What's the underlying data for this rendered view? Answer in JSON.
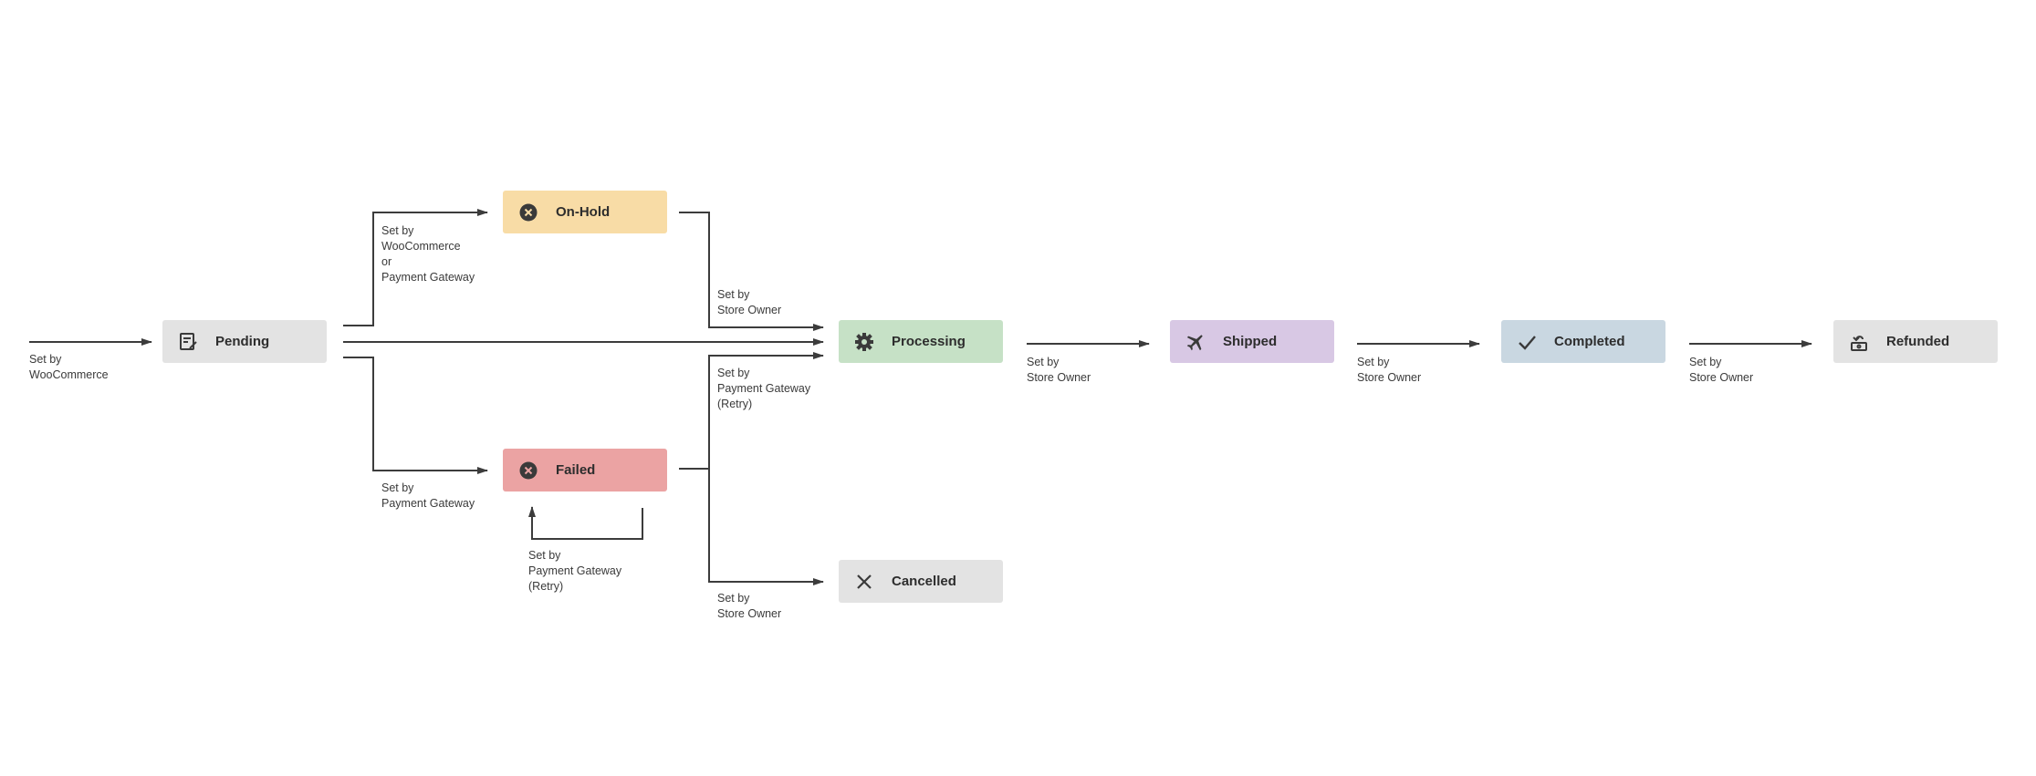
{
  "diagram": {
    "nodes": [
      {
        "id": "pending",
        "label": "Pending",
        "icon": "order-pending-icon",
        "color": "#e3e3e3"
      },
      {
        "id": "onhold",
        "label": "On-Hold",
        "icon": "circle-x-icon",
        "color": "#f8dca6"
      },
      {
        "id": "failed",
        "label": "Failed",
        "icon": "circle-x-icon",
        "color": "#eba3a3"
      },
      {
        "id": "processing",
        "label": "Processing",
        "icon": "gear-icon",
        "color": "#c6e1c6"
      },
      {
        "id": "cancelled",
        "label": "Cancelled",
        "icon": "close-icon",
        "color": "#e3e3e3"
      },
      {
        "id": "shipped",
        "label": "Shipped",
        "icon": "plane-icon",
        "color": "#d8c8e4"
      },
      {
        "id": "completed",
        "label": "Completed",
        "icon": "checkmark-icon",
        "color": "#c9d7e1"
      },
      {
        "id": "refunded",
        "label": "Refunded",
        "icon": "refund-icon",
        "color": "#e3e3e3"
      }
    ],
    "edge_labels": {
      "entry_pending": [
        "Set by",
        "WooCommerce"
      ],
      "pending_onhold": [
        "Set by",
        "WooCommerce",
        "or",
        "Payment Gateway"
      ],
      "pending_failed": [
        "Set by",
        "Payment Gateway"
      ],
      "failed_retry": [
        "Set by",
        "Payment Gateway",
        "(Retry)"
      ],
      "onhold_processing": [
        "Set by",
        "Store Owner"
      ],
      "failed_processing": [
        "Set by",
        "Payment Gateway",
        "(Retry)"
      ],
      "failed_cancelled": [
        "Set by",
        "Store Owner"
      ],
      "processing_shipped": [
        "Set by",
        "Store Owner"
      ],
      "shipped_completed": [
        "Set by",
        "Store Owner"
      ],
      "completed_refunded": [
        "Set by",
        "Store Owner"
      ]
    },
    "edge_color": "#3c3c3c",
    "icon_color": "#3a3a3a"
  }
}
